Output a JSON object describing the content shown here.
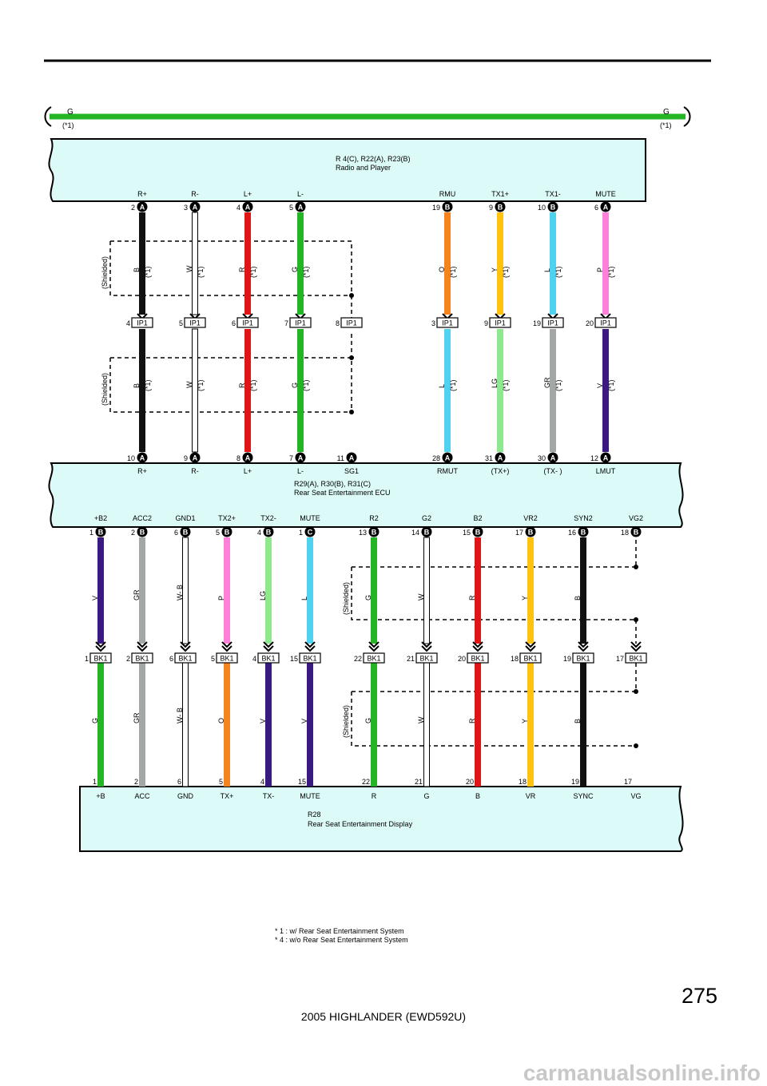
{
  "ground": {
    "left_label": "G",
    "right_label": "G",
    "left_note": "(*1)",
    "right_note": "(*1)",
    "color": "#23b523"
  },
  "radio": {
    "line1": "R 4(C), R22(A), R23(B)",
    "line2": "Radio and Player"
  },
  "ecu": {
    "line1": "R29(A), R30(B), R31(C)",
    "line2": "Rear Seat Entertainment ECU"
  },
  "display": {
    "line1": "R28",
    "line2": "Rear Seat Entertainment Display"
  },
  "shielded_label": "(Shielded)",
  "note_label": "(*1)",
  "ip1_label": "IP1",
  "bk1_label": "BK1",
  "upper_wires": [
    {
      "top_name": "R+",
      "top_pin": "2",
      "top_conn": "A",
      "top_code": "B",
      "top_color": "#111111",
      "ip_pin": "4",
      "bot_code": "B",
      "bot_color": "#111111",
      "ecu_pin": "10",
      "ecu_conn": "A",
      "ecu_name": "R+"
    },
    {
      "top_name": "R-",
      "top_pin": "3",
      "top_conn": "A",
      "top_code": "W",
      "top_color": "#ffffff",
      "ip_pin": "5",
      "bot_code": "W",
      "bot_color": "#ffffff",
      "ecu_pin": "9",
      "ecu_conn": "A",
      "ecu_name": "R-"
    },
    {
      "top_name": "L+",
      "top_pin": "4",
      "top_conn": "A",
      "top_code": "R",
      "top_color": "#e01515",
      "ip_pin": "6",
      "bot_code": "R",
      "bot_color": "#e01515",
      "ecu_pin": "8",
      "ecu_conn": "A",
      "ecu_name": "L+"
    },
    {
      "top_name": "L-",
      "top_pin": "5",
      "top_conn": "A",
      "top_code": "G",
      "top_color": "#23b523",
      "ip_pin": "7",
      "bot_code": "G",
      "bot_color": "#23b523",
      "ecu_pin": "7",
      "ecu_conn": "A",
      "ecu_name": "L-"
    },
    {
      "top_name": "",
      "top_pin": "",
      "top_conn": "",
      "top_code": "",
      "top_color": "",
      "ip_pin": "8",
      "bot_code": "",
      "bot_color": "",
      "ecu_pin": "11",
      "ecu_conn": "A",
      "ecu_name": "SG1"
    },
    {
      "top_name": "RMU",
      "top_pin": "19",
      "top_conn": "B",
      "top_code": "O",
      "top_color": "#f5841f",
      "ip_pin": "3",
      "bot_code": "L",
      "bot_color": "#4fd2f0",
      "ecu_pin": "28",
      "ecu_conn": "A",
      "ecu_name": "RMUT"
    },
    {
      "top_name": "TX1+",
      "top_pin": "9",
      "top_conn": "B",
      "top_code": "Y",
      "top_color": "#ffc20e",
      "ip_pin": "9",
      "bot_code": "LG",
      "bot_color": "#8ee88e",
      "ecu_pin": "31",
      "ecu_conn": "A",
      "ecu_name": "(TX+)"
    },
    {
      "top_name": "TX1-",
      "top_pin": "10",
      "top_conn": "B",
      "top_code": "L",
      "top_color": "#4fd2f0",
      "ip_pin": "19",
      "bot_code": "GR",
      "bot_color": "#a3a8a6",
      "ecu_pin": "30",
      "ecu_conn": "A",
      "ecu_name": "(TX- )"
    },
    {
      "top_name": "MUTE",
      "top_pin": "6",
      "top_conn": "A",
      "top_code": "P",
      "top_color": "#ff80d9",
      "ip_pin": "20",
      "bot_code": "V",
      "bot_color": "#3a1a82",
      "ecu_pin": "12",
      "ecu_conn": "A",
      "ecu_name": "LMUT"
    }
  ],
  "lower_wires": [
    {
      "top_name": "+B2",
      "top_pin": "1",
      "top_conn": "B",
      "top_code": "V",
      "top_color": "#3a1a82",
      "bk_pin": "1",
      "bot_code": "G",
      "bot_color": "#23b523",
      "disp_pin": "1",
      "disp_name": "+B"
    },
    {
      "top_name": "ACC2",
      "top_pin": "2",
      "top_conn": "B",
      "top_code": "GR",
      "top_color": "#a3a8a6",
      "bk_pin": "2",
      "bot_code": "GR",
      "bot_color": "#a3a8a6",
      "disp_pin": "2",
      "disp_name": "ACC"
    },
    {
      "top_name": "GND1",
      "top_pin": "6",
      "top_conn": "B",
      "top_code": "W- B",
      "top_color": "#ffffff",
      "bk_pin": "6",
      "bot_code": "W- B",
      "bot_color": "#ffffff",
      "disp_pin": "6",
      "disp_name": "GND"
    },
    {
      "top_name": "TX2+",
      "top_pin": "5",
      "top_conn": "B",
      "top_code": "P",
      "top_color": "#ff80d9",
      "bk_pin": "5",
      "bot_code": "O",
      "bot_color": "#f5841f",
      "disp_pin": "5",
      "disp_name": "TX+"
    },
    {
      "top_name": "TX2-",
      "top_pin": "4",
      "top_conn": "B",
      "top_code": "LG",
      "top_color": "#8ee88e",
      "bk_pin": "4",
      "bot_code": "V",
      "bot_color": "#3a1a82",
      "disp_pin": "4",
      "disp_name": "TX-"
    },
    {
      "top_name": "MUTE",
      "top_pin": "1",
      "top_conn": "C",
      "top_code": "L",
      "top_color": "#4fd2f0",
      "bk_pin": "15",
      "bot_code": "V",
      "bot_color": "#3a1a82",
      "disp_pin": "15",
      "disp_name": "MUTE"
    },
    {
      "top_name": "R2",
      "top_pin": "13",
      "top_conn": "B",
      "top_code": "G",
      "top_color": "#23b523",
      "bk_pin": "22",
      "bot_code": "G",
      "bot_color": "#23b523",
      "disp_pin": "22",
      "disp_name": "R"
    },
    {
      "top_name": "G2",
      "top_pin": "14",
      "top_conn": "B",
      "top_code": "W",
      "top_color": "#ffffff",
      "bk_pin": "21",
      "bot_code": "W",
      "bot_color": "#ffffff",
      "disp_pin": "21",
      "disp_name": "G"
    },
    {
      "top_name": "B2",
      "top_pin": "15",
      "top_conn": "B",
      "top_code": "R",
      "top_color": "#e01515",
      "bk_pin": "20",
      "bot_code": "R",
      "bot_color": "#e01515",
      "disp_pin": "20",
      "disp_name": "B"
    },
    {
      "top_name": "VR2",
      "top_pin": "17",
      "top_conn": "B",
      "top_code": "Y",
      "top_color": "#ffc20e",
      "bk_pin": "18",
      "bot_code": "Y",
      "bot_color": "#ffc20e",
      "disp_pin": "18",
      "disp_name": "VR"
    },
    {
      "top_name": "SYN2",
      "top_pin": "16",
      "top_conn": "B",
      "top_code": "B",
      "top_color": "#111111",
      "bk_pin": "19",
      "bot_code": "B",
      "bot_color": "#111111",
      "disp_pin": "19",
      "disp_name": "SYNC"
    },
    {
      "top_name": "VG2",
      "top_pin": "18",
      "top_conn": "B",
      "top_code": "",
      "top_color": "",
      "bk_pin": "17",
      "bot_code": "",
      "bot_color": "",
      "disp_pin": "17",
      "disp_name": "VG"
    }
  ],
  "notes": [
    "*  1 : w/ Rear Seat Entertainment System",
    "*  4 : w/o Rear Seat Entertainment System"
  ],
  "page_number": "275",
  "document_title": "2005 HIGHLANDER (EWD592U)",
  "watermark": "carmanualsonline.info"
}
